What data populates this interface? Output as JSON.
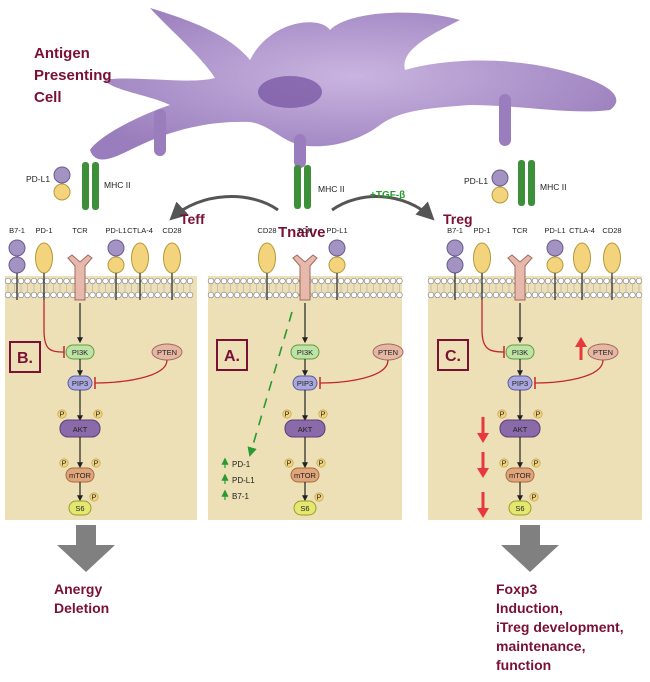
{
  "cell_title": [
    "Antigen",
    "Presenting",
    "Cell"
  ],
  "apc_left": {
    "pdl1": "PD-L1",
    "mhc": "MHC II"
  },
  "apc_center": {
    "mhc": "MHC II"
  },
  "apc_right": {
    "pdl1": "PD-L1",
    "mhc": "MHC II"
  },
  "states": {
    "teff": "Teff",
    "tnaive": "Tnaive",
    "treg": "Treg",
    "tgfb": "+TGF-β"
  },
  "panels": [
    {
      "letter": "B.",
      "receptors": [
        "B7-1",
        "PD-1",
        "TCR",
        "PD-L1",
        "CTLA-4",
        "CD28"
      ],
      "outcome": [
        "Anergy",
        "Deletion"
      ]
    },
    {
      "letter": "A.",
      "receptors": [
        "CD28",
        "TCR",
        "PD-L1"
      ],
      "upregulated": [
        "PD-1",
        "PD-L1",
        "B7-1"
      ]
    },
    {
      "letter": "C.",
      "receptors": [
        "B7-1",
        "PD-1",
        "TCR",
        "PD-L1",
        "CTLA-4",
        "CD28"
      ],
      "outcome": [
        "Foxp3",
        "Induction,",
        "iTreg development,",
        "maintenance,",
        "function"
      ]
    }
  ],
  "pathway": {
    "pi3k": "PI3K",
    "pip3": "PIP3",
    "akt": "AKT",
    "mtor": "mTOR",
    "s6": "S6",
    "pten": "PTEN",
    "p": "P"
  },
  "colors": {
    "cytoplasm": "#ede0b7",
    "maroon": "#7a1034",
    "apc": "#a58bc4",
    "green": "#2a9a30",
    "red": "#e8383e",
    "pd1": "#f3d37c",
    "b7": "#a393c2",
    "tcr": "#e7b8ac"
  }
}
